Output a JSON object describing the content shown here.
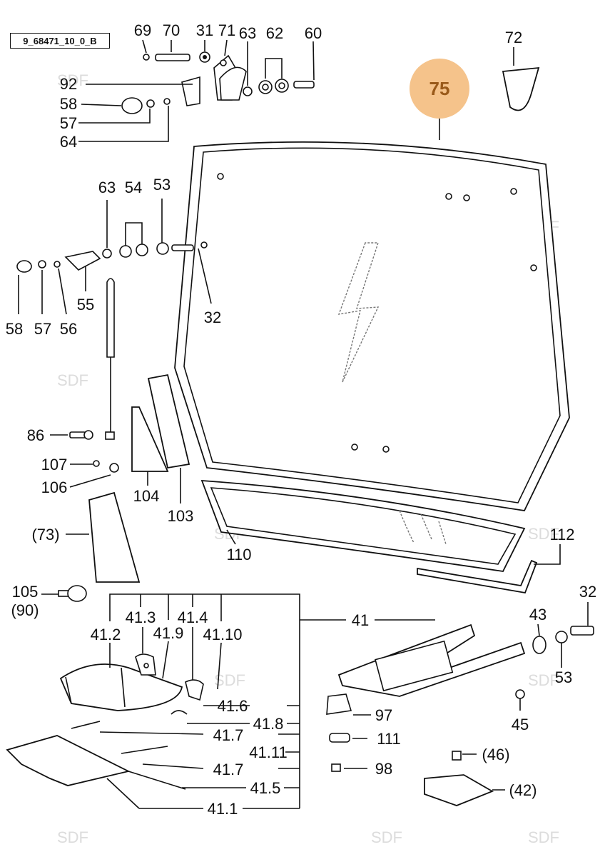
{
  "diagram_code": "9_68471_10_0_B",
  "highlight": {
    "label": "75",
    "color": "#f5c38b",
    "text_color": "#9a5a1a"
  },
  "watermark": "SDF",
  "callouts": {
    "c69": "69",
    "c70": "70",
    "c31": "31",
    "c71": "71",
    "c63a": "63",
    "c62": "62",
    "c60": "60",
    "c72": "72",
    "c92": "92",
    "c58a": "58",
    "c57a": "57",
    "c64": "64",
    "c63b": "63",
    "c54": "54",
    "c53a": "53",
    "c55": "55",
    "c58b": "58",
    "c57b": "57",
    "c56": "56",
    "c32a": "32",
    "c86": "86",
    "c107": "107",
    "c106": "106",
    "c104": "104",
    "c103": "103",
    "c73": "(73)",
    "c110": "110",
    "c112": "112",
    "c105": "105",
    "c90": "(90)",
    "c41_3": "41.3",
    "c41_4": "41.4",
    "c41_2": "41.2",
    "c41_9": "41.9",
    "c41_10": "41.10",
    "c41": "41",
    "c43": "43",
    "c32b": "32",
    "c53b": "53",
    "c41_6": "41.6",
    "c41_8": "41.8",
    "c41_7a": "41.7",
    "c41_11": "41.11",
    "c41_7b": "41.7",
    "c41_5": "41.5",
    "c41_1": "41.1",
    "c97": "97",
    "c111": "111",
    "c98": "98",
    "c45": "45",
    "c46": "(46)",
    "c42": "(42)"
  }
}
